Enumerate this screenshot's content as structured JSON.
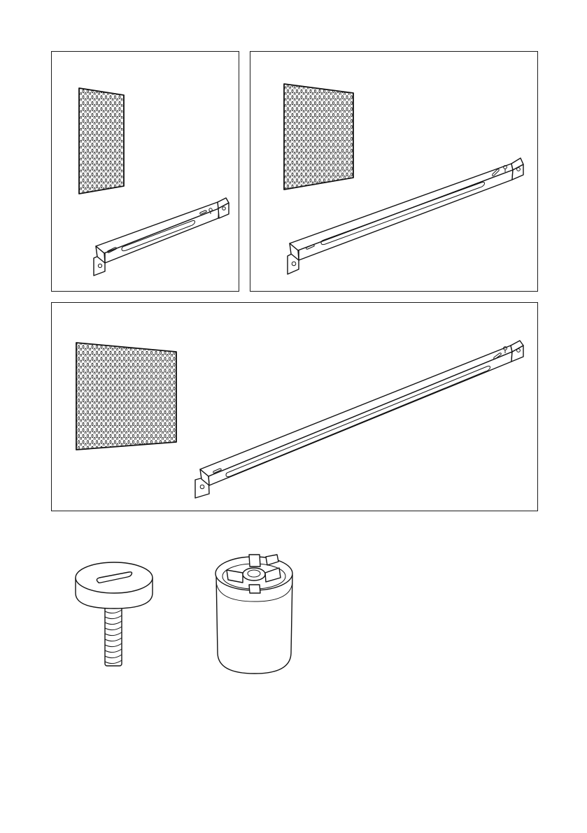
{
  "page": {
    "kind": "assembly-instruction-parts-sheet"
  },
  "panels": [
    {
      "id": "small",
      "parts": [
        "pegboard-panel",
        "wall-rail"
      ]
    },
    {
      "id": "medium",
      "parts": [
        "pegboard-panel",
        "wall-rail"
      ]
    },
    {
      "id": "large",
      "parts": [
        "pegboard-panel",
        "wall-rail"
      ]
    }
  ],
  "loose_parts": [
    {
      "name": "adjustable-foot-screw"
    },
    {
      "name": "spacer-plug"
    }
  ],
  "colors": {
    "ink": "#111111",
    "paper": "#ffffff"
  }
}
